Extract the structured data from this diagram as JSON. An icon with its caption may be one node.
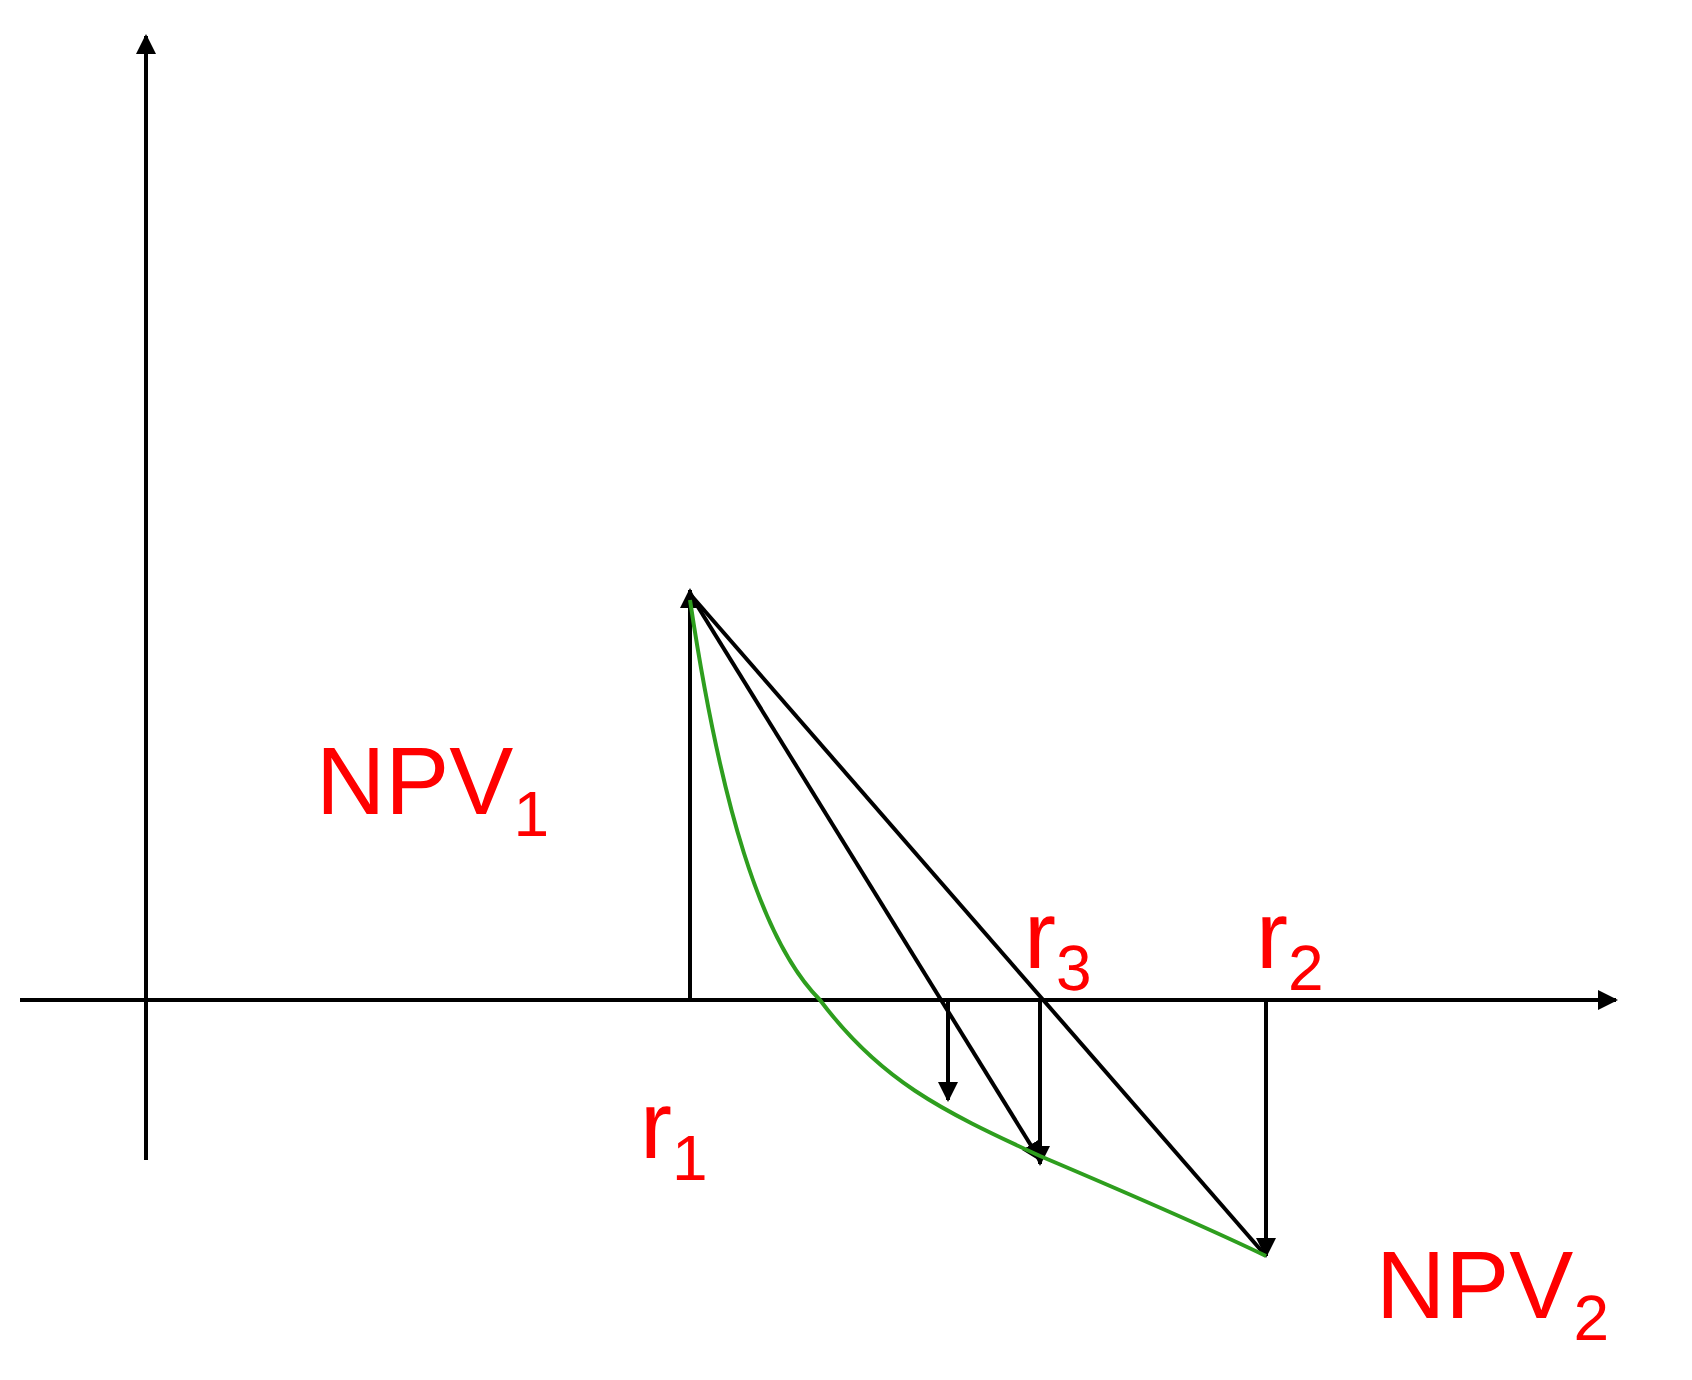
{
  "diagram": {
    "labels": [
      "NPV$_{1}$",
      "r$_{3}$",
      "r$_{2}$",
      "r$_{1}$",
      "NPV$_{2}$"
    ]
  }
}
